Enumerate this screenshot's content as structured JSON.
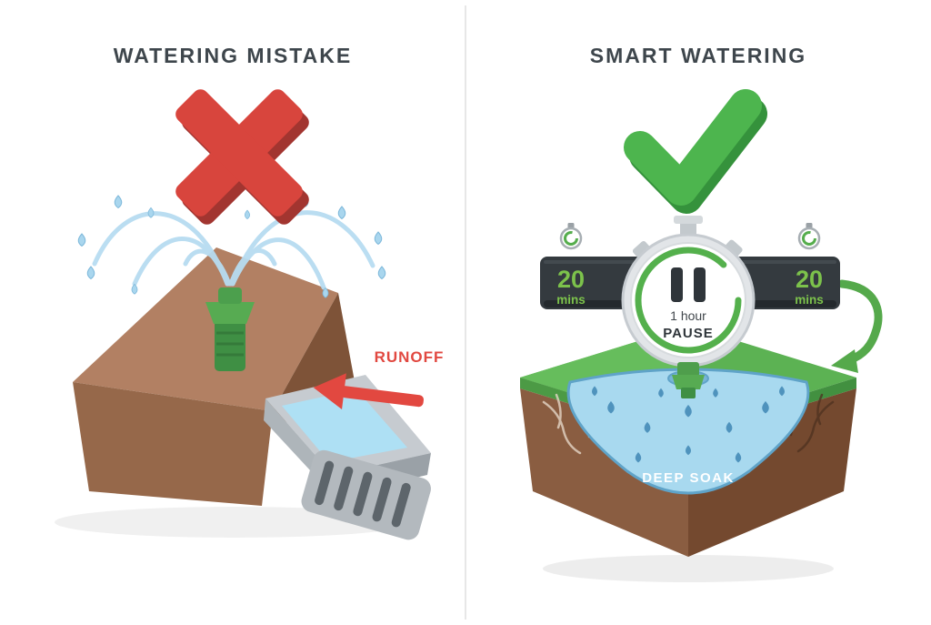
{
  "left_panel": {
    "title": "WATERING MISTAKE",
    "runoff_label": "RUNOFF"
  },
  "right_panel": {
    "title": "SMART WATERING",
    "left_timer": {
      "value": "20",
      "unit": "mins"
    },
    "right_timer": {
      "value": "20",
      "unit": "mins"
    },
    "pause_timer": {
      "duration": "1 hour",
      "action": "PAUSE"
    },
    "soak_label": "DEEP SOAK"
  },
  "colors": {
    "mistake_red": "#d8453d",
    "smart_green": "#4db54e",
    "timer_green": "#7cc24b",
    "badge_dark": "#343a3f",
    "soil_brown": "#96684a",
    "grass_green": "#5cb253",
    "water_blue": "#a8d9ef",
    "title_text": "#3e464c"
  }
}
